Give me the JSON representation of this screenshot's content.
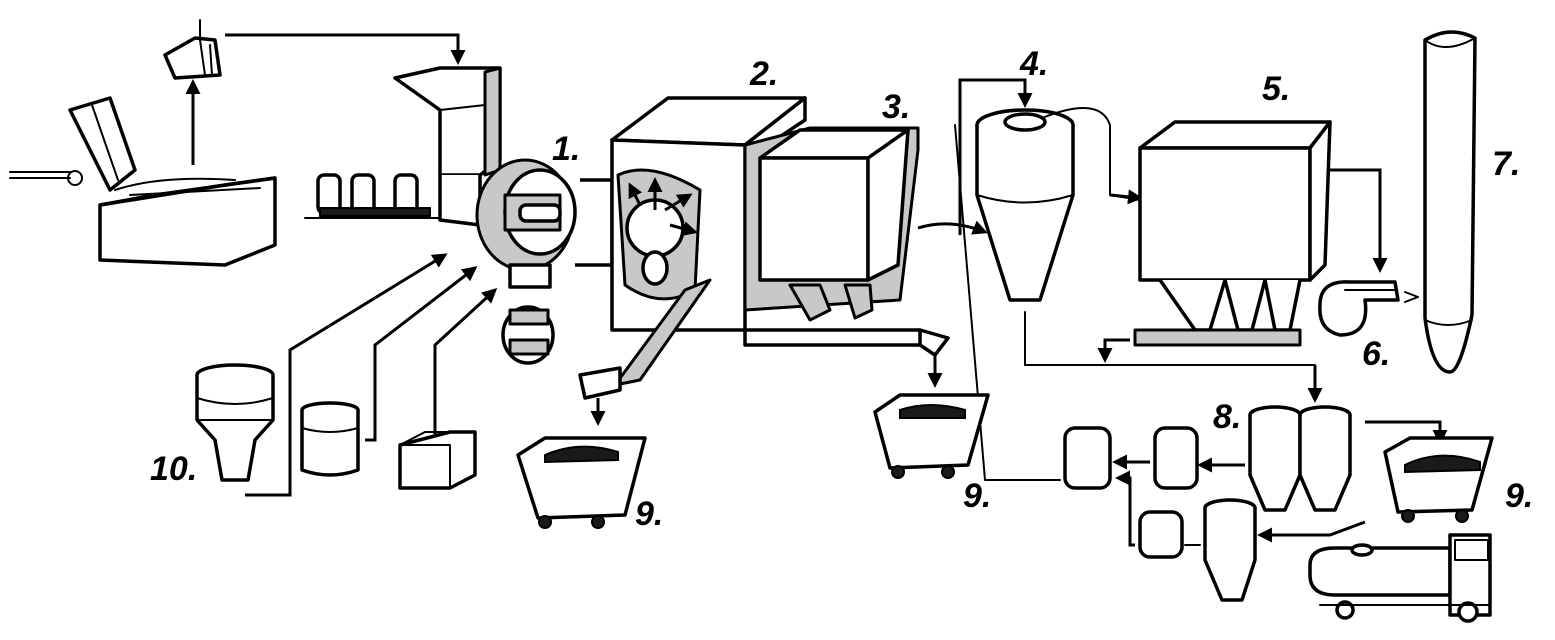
{
  "labels": {
    "l1": "1.",
    "l2": "2.",
    "l3": "3.",
    "l4": "4.",
    "l5": "5.",
    "l6": "6.",
    "l7": "7.",
    "l8": "8.",
    "l9a": "9.",
    "l9b": "9.",
    "l9c": "9.",
    "l10": "10."
  }
}
